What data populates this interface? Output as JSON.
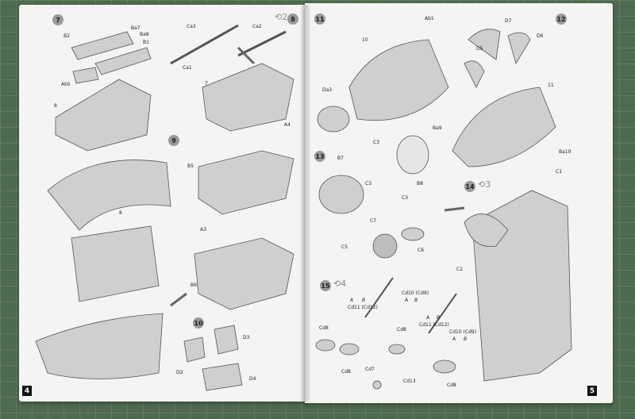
{
  "colors": {
    "mat": "#4f6b4f",
    "paper": "#f4f4f2",
    "part_gray": "#c7c7c7",
    "step_badge": "#9a9a9a",
    "page_number_bg": "#111111"
  },
  "left_page": {
    "page_number": "4",
    "steps": {
      "s7": {
        "number": "7",
        "labels": [
          "B2",
          "Ba7",
          "Ba8",
          "B1",
          "Ab5",
          "8"
        ]
      },
      "s8": {
        "number": "8",
        "qty": "2",
        "labels": [
          "Ca3",
          "Ca2",
          "Ca1",
          "7"
        ]
      },
      "s9": {
        "number": "9",
        "labels": [
          "A4",
          "B5",
          "A3",
          "B6",
          "8"
        ]
      },
      "s10": {
        "number": "10",
        "labels": [
          "D3",
          "D2",
          "D4"
        ]
      }
    }
  },
  "right_page": {
    "page_number": "5",
    "steps": {
      "s11": {
        "number": "11",
        "labels": [
          "Ab1",
          "10",
          "Da3"
        ]
      },
      "s12": {
        "number": "12",
        "labels": [
          "D7",
          "D6",
          "D5",
          "Ba9",
          "Ba10",
          "11"
        ]
      },
      "s13": {
        "number": "13",
        "labels": [
          "C3",
          "B7",
          "C3",
          "B8",
          "C3",
          "C7",
          "C5",
          "C6"
        ]
      },
      "s14": {
        "number": "14",
        "qty": "3",
        "labels": [
          "C1",
          "C2"
        ]
      },
      "s15": {
        "number": "15",
        "qty": "4",
        "labels": [
          "A",
          "B",
          "Cd11 (Cd12)",
          "Cd10 (Cd9)",
          "A",
          "B",
          "A",
          "B",
          "Cd11 (Cd12)",
          "Cd10 (Cd9)",
          "A",
          "B",
          "Cd8",
          "Cd8",
          "Cd7",
          "Cd8",
          "Cd13",
          "Cd8"
        ]
      }
    }
  }
}
